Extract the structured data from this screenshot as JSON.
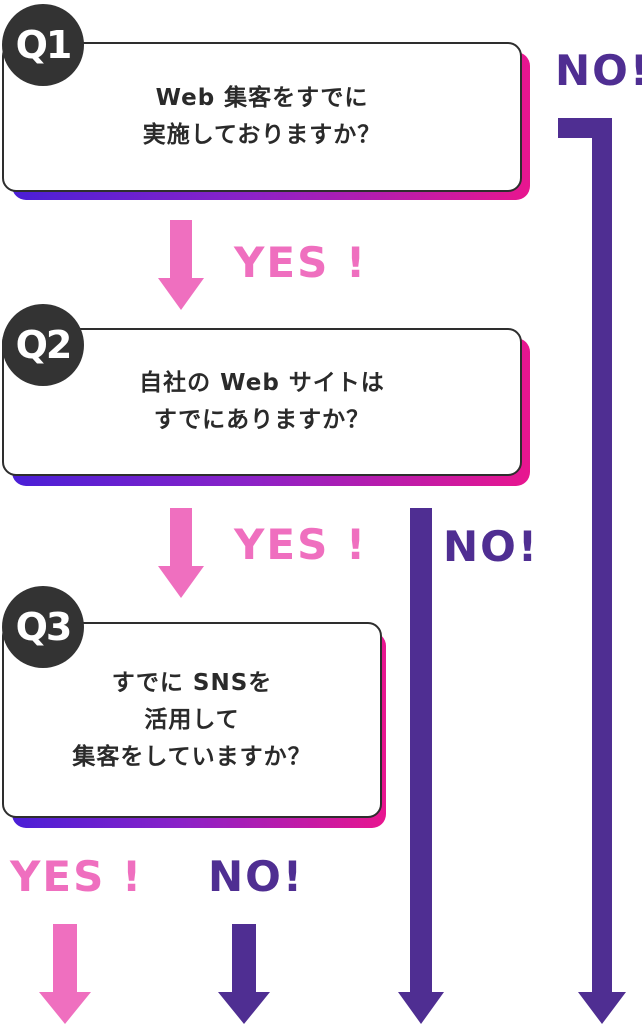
{
  "colors": {
    "yes": "#ef6fbf",
    "no": "#4f2e92",
    "badge": "#333333",
    "border": "#2e2e2e",
    "shadow_gradient": [
      "#4a1fd6",
      "#8a22c8",
      "#e8168f"
    ]
  },
  "questions": [
    {
      "badge": "Q1",
      "lines": [
        "Web 集客をすでに",
        "実施しておりますか？"
      ]
    },
    {
      "badge": "Q2",
      "lines": [
        "自社の Web サイトは",
        "すでにありますか？"
      ]
    },
    {
      "badge": "Q3",
      "lines": [
        "すでに SNSを",
        "活用して",
        "集客をしていますか？"
      ]
    }
  ],
  "answers": {
    "q1_yes": "YES !",
    "q1_no": "NO!",
    "q2_yes": "YES !",
    "q2_no": "NO!",
    "q3_yes": "YES !",
    "q3_no": "NO!"
  }
}
